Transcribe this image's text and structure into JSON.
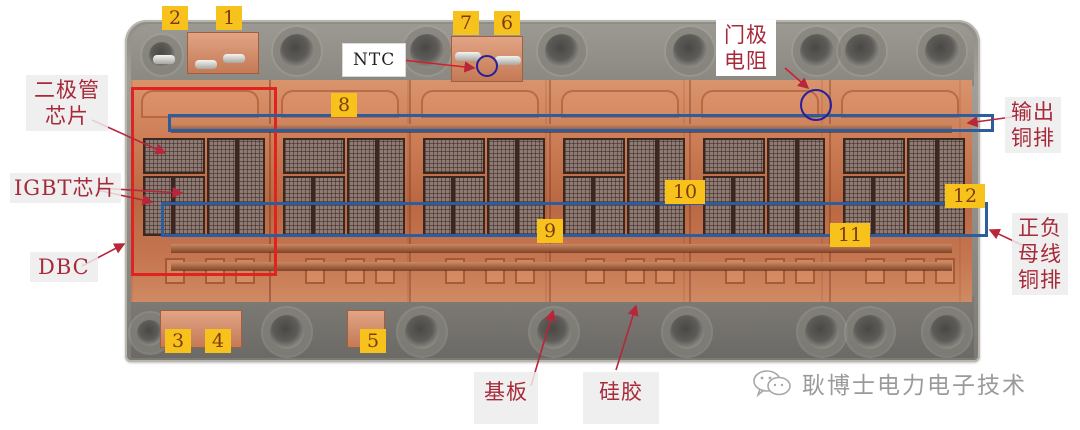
{
  "figure": {
    "subject": "IGBT power module (opened, top view)",
    "colors": {
      "highlight_red": "#e0231f",
      "highlight_blue": "#2c5d9f",
      "circle_navy": "#25209a",
      "tag_yellow": "#f7c21c",
      "tag_text": "#7c3c12",
      "callout_text": "#a72a3a",
      "watermark": "#9a9a9a"
    }
  },
  "number_tags": [
    {
      "id": "1",
      "label": "1"
    },
    {
      "id": "2",
      "label": "2"
    },
    {
      "id": "3",
      "label": "3"
    },
    {
      "id": "4",
      "label": "4"
    },
    {
      "id": "5",
      "label": "5"
    },
    {
      "id": "6",
      "label": "6"
    },
    {
      "id": "7",
      "label": "7"
    },
    {
      "id": "8",
      "label": "8"
    },
    {
      "id": "9",
      "label": "9"
    },
    {
      "id": "10",
      "label": "10"
    },
    {
      "id": "11",
      "label": "11"
    },
    {
      "id": "12",
      "label": "12"
    }
  ],
  "callouts": {
    "diode_chip": {
      "line1": "二极管",
      "line2": "芯片"
    },
    "igbt_chip": {
      "text": "IGBT芯片"
    },
    "dbc": {
      "text": "DBC"
    },
    "ntc": {
      "text": "NTC"
    },
    "gate_resistor": {
      "line1": "门极",
      "line2": "电阻"
    },
    "output_busbar": {
      "line1": "输出",
      "line2": "铜排"
    },
    "dc_busbar": {
      "line1": "正负",
      "line2": "母线",
      "line3": "铜排"
    },
    "baseplate": {
      "text": "基板"
    },
    "silicone_gel": {
      "text": "硅胶"
    }
  },
  "watermark": {
    "icon": "wechat-icon",
    "text": "耿博士电力电子技术"
  }
}
